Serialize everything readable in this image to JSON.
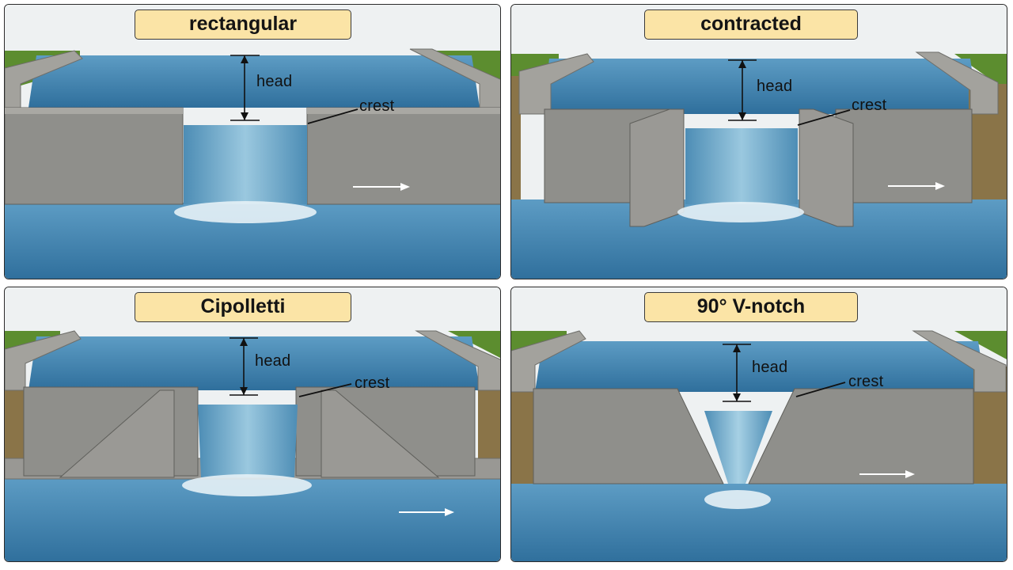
{
  "panels": [
    {
      "title": "rectangular",
      "head_label": "head",
      "crest_label": "crest"
    },
    {
      "title": "contracted",
      "head_label": "head",
      "crest_label": "crest"
    },
    {
      "title": "Cipolletti",
      "head_label": "head",
      "crest_label": "crest"
    },
    {
      "title": "90° V-notch",
      "head_label": "head",
      "crest_label": "crest"
    }
  ],
  "colors": {
    "title_fill": "#fbe4a6",
    "water": "#3f7fa9",
    "concrete": "#8f8f8b",
    "grass": "#5c8d2f"
  },
  "icons": [
    "flow-direction-arrow-icon"
  ]
}
